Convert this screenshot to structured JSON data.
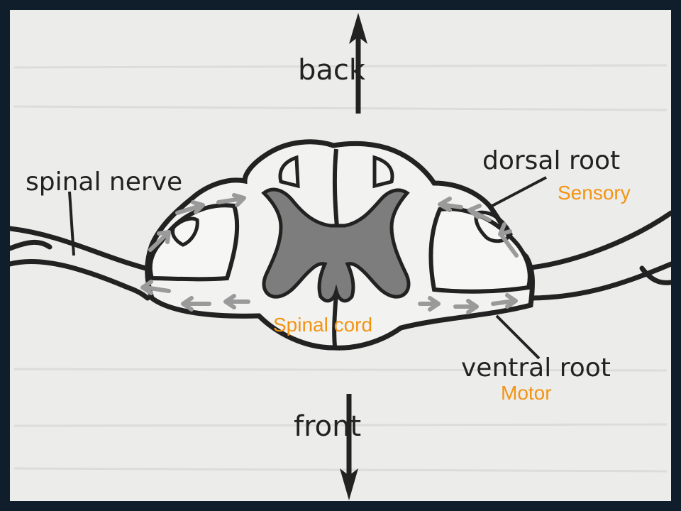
{
  "diagram": {
    "labels": {
      "back": "back",
      "front": "front",
      "spinal_nerve": "spinal nerve",
      "dorsal_root": "dorsal root",
      "ventral_root": "ventral root"
    },
    "annotations": {
      "sensory": "Sensory",
      "spinal_cord": "Spinal cord",
      "motor": "Motor"
    },
    "colors": {
      "annotation": "#f39414",
      "ink": "#222222",
      "grey_matter": "#7d7d7d",
      "arrow_grey": "#9a9a9a",
      "paper": "#ececea",
      "frame": "#101d2b"
    }
  }
}
